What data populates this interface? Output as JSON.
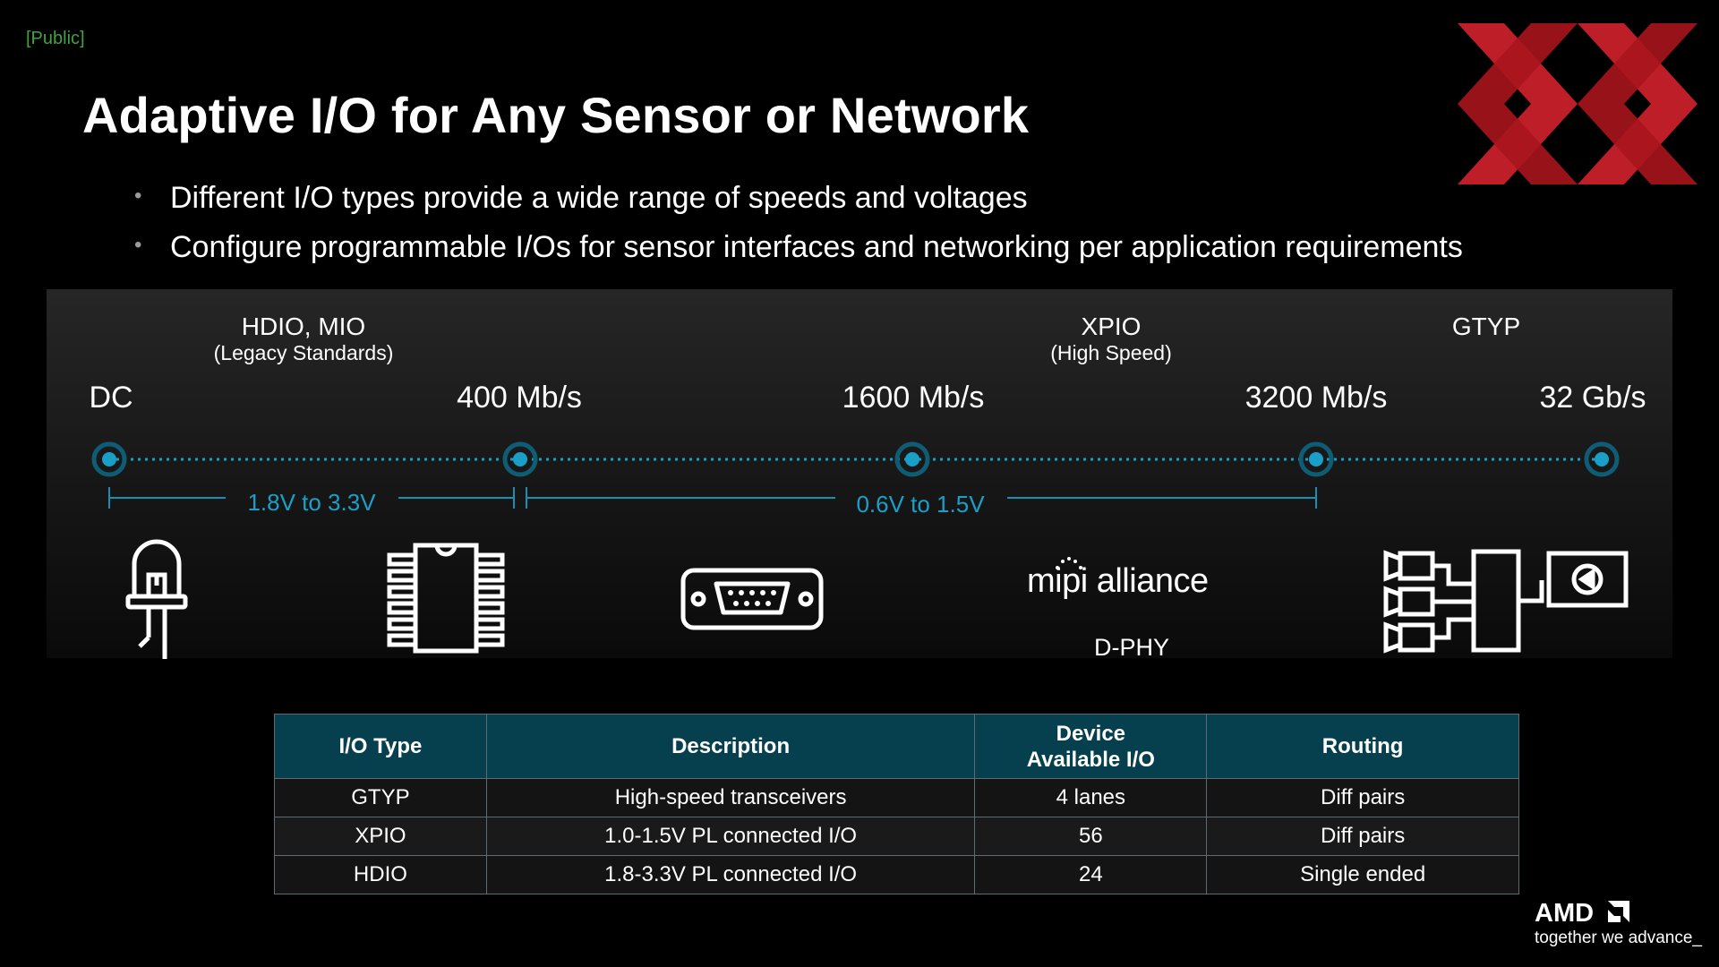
{
  "slide": {
    "classification": "[Public]",
    "title": "Adaptive I/O for Any Sensor or Network",
    "bullets": [
      "Different I/O types provide a wide range of speeds and voltages",
      "Configure programmable I/Os for sensor interfaces and networking per application requirements"
    ]
  },
  "categories": [
    {
      "name": "HDIO, MIO",
      "sub": "(Legacy Standards)"
    },
    {
      "name": "XPIO",
      "sub": "(High Speed)"
    },
    {
      "name": "GTYP",
      "sub": ""
    }
  ],
  "speeds": [
    "DC",
    "400 Mb/s",
    "1600 Mb/s",
    "3200 Mb/s",
    "32 Gb/s"
  ],
  "voltage_ranges": [
    "1.8V to 3.3V",
    "0.6V to 1.5V"
  ],
  "icons": {
    "led": "led-icon",
    "chip": "ic-chip-icon",
    "connector": "serial-connector-icon",
    "mipi": "mipi alliance",
    "mipi_sub": "D-PHY",
    "transceiver": "transceiver-block-icon"
  },
  "table": {
    "headers": [
      "I/O Type",
      "Description",
      "Device\nAvailable I/O",
      "Routing"
    ],
    "rows": [
      [
        "GTYP",
        "High-speed transceivers",
        "4 lanes",
        "Diff pairs"
      ],
      [
        "XPIO",
        "1.0-1.5V PL connected I/O",
        "56",
        "Diff pairs"
      ],
      [
        "HDIO",
        "1.8-3.3V PL connected I/O",
        "24",
        "Single ended"
      ]
    ]
  },
  "branding": {
    "logo": "AMD",
    "tagline": "together we advance_",
    "colors": {
      "accent": "#1aa0c8",
      "header": "#06404e",
      "logo_red": "#c8202a"
    }
  }
}
